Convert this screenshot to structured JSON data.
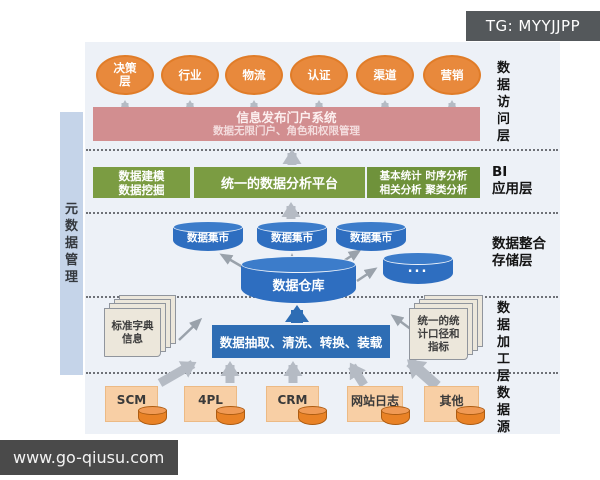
{
  "badges": {
    "tg": "TG: MYYJJPP",
    "site": "www.go-qiusu.com"
  },
  "metadata_bar": {
    "label": "元数据管理"
  },
  "right_labels": {
    "access": "数据访问层",
    "bi": "BI\n应用层",
    "storage": "数据整合\n存储层",
    "processing": "数据加工层",
    "source": "数据源"
  },
  "access_layer": {
    "consumers": [
      {
        "label": "决策层"
      },
      {
        "label": "行业"
      },
      {
        "label": "物流"
      },
      {
        "label": "认证"
      },
      {
        "label": "渠道"
      },
      {
        "label": "营销"
      }
    ],
    "portal": {
      "title": "信息发布门户系统",
      "subtitle": "数据无限门户、角色和权限管理"
    }
  },
  "bi_layer": {
    "modeling": "数据建模\n数据挖掘",
    "platform": "统一的数据分析平台",
    "analysis": "基本统计  时序分析\n相关分析  聚类分析"
  },
  "storage_layer": {
    "marts": [
      {
        "label": "数据集市"
      },
      {
        "label": "数据集市"
      },
      {
        "label": "数据集市"
      }
    ],
    "warehouse": "数据仓库",
    "more": "..."
  },
  "processing_layer": {
    "etl": "数据抽取、清洗、转换、装载",
    "standard_dictionary": "标准字典\n信息",
    "unified_metrics": "统一的统\n计口径和\n指标"
  },
  "source_layer": {
    "sources": [
      {
        "label": "SCM"
      },
      {
        "label": "4PL"
      },
      {
        "label": "CRM"
      },
      {
        "label": "网站日志"
      },
      {
        "label": "其他"
      }
    ]
  },
  "colors": {
    "panel_bg": "#edf1f7",
    "consumer_orange": "#e8893c",
    "portal_pink": "#d28e90",
    "bi_green": "#7b9c42",
    "cylinder_blue": "#2e6ec0",
    "etl_blue": "#2e6db4",
    "source_peach": "#f8cfa5",
    "source_cyl_orange": "#e98226",
    "metadata_bar_blue": "#c5d4e9",
    "badge_gray": "#54585b",
    "arrow_gray": "#b5bbc4"
  }
}
